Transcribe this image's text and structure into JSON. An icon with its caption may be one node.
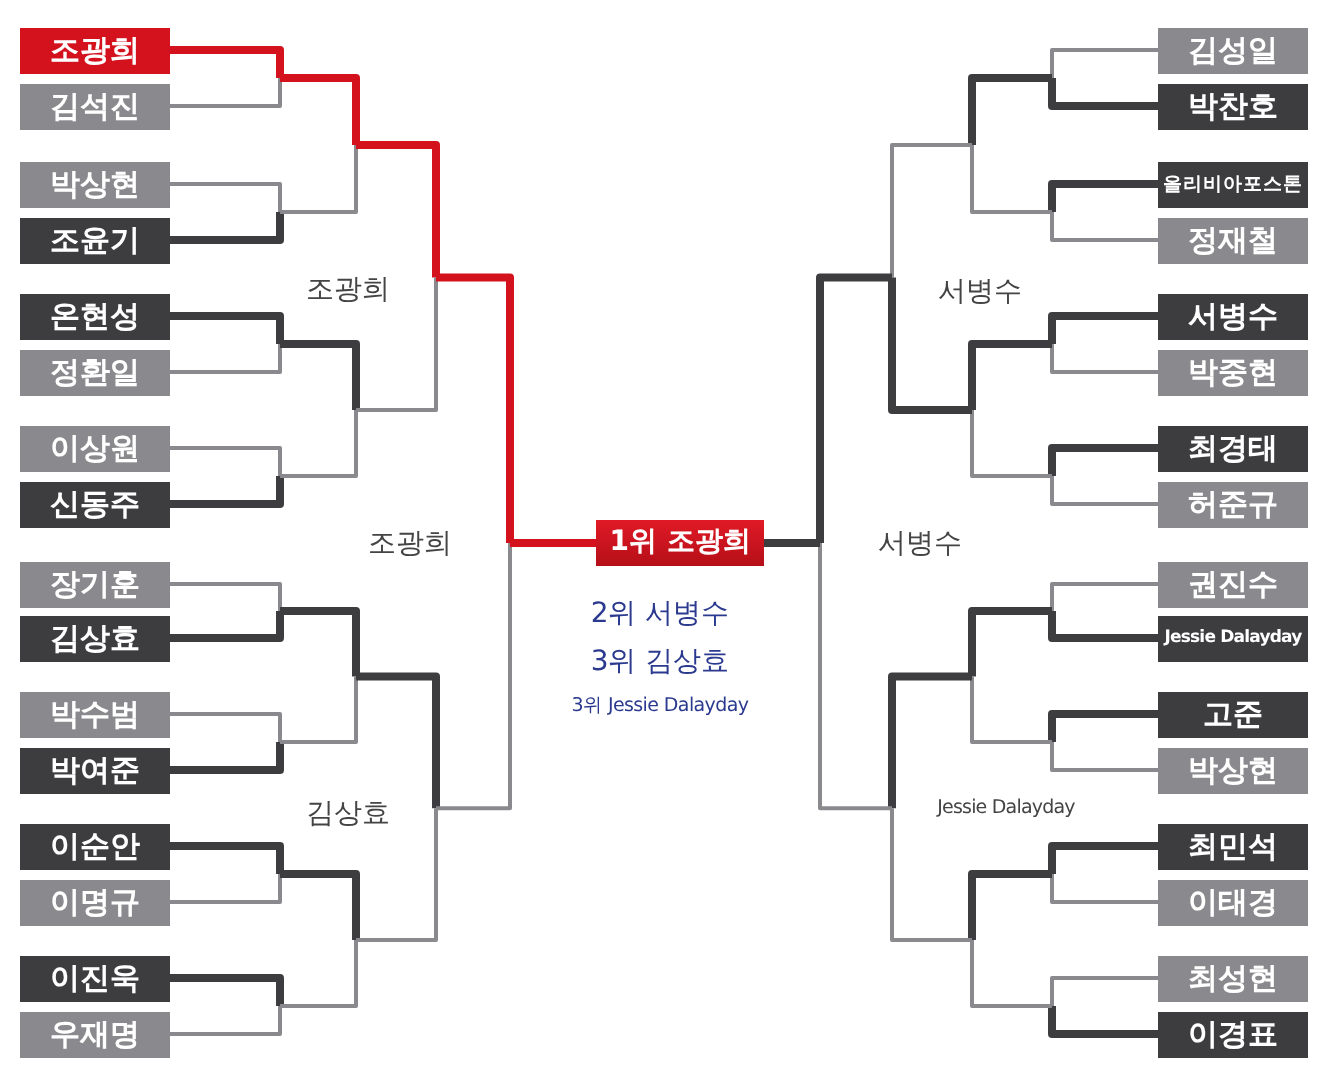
{
  "diagram": {
    "nodes": [
      {
        "text": [
          "조광희"
        ]
      },
      {
        "text": [
          "김석진"
        ]
      },
      {
        "text": [
          "박상현"
        ]
      },
      {
        "text": [
          "조윤기"
        ]
      },
      {
        "text": [
          "온현성"
        ]
      },
      {
        "text": [
          "정환일"
        ]
      },
      {
        "text": [
          "이상원"
        ]
      },
      {
        "text": [
          "신동주"
        ]
      },
      {
        "text": [
          "장기훈"
        ]
      },
      {
        "text": [
          "김상효"
        ]
      },
      {
        "text": [
          "박수범"
        ]
      },
      {
        "text": [
          "박여준"
        ]
      },
      {
        "text": [
          "이순안"
        ]
      },
      {
        "text": [
          "이명규"
        ]
      },
      {
        "text": [
          "이진욱"
        ]
      },
      {
        "text": [
          "우재명"
        ]
      },
      {
        "text": [
          "1위 조광희"
        ]
      },
      {
        "text": [
          "김성일"
        ]
      },
      {
        "text": [
          "박찬호"
        ]
      },
      {
        "text": [
          "올리비아포스톤"
        ]
      },
      {
        "text": [
          "정재철"
        ]
      },
      {
        "text": [
          "서병수"
        ]
      },
      {
        "text": [
          "박중현"
        ]
      },
      {
        "text": [
          "최경태"
        ]
      },
      {
        "text": [
          "허준규"
        ]
      },
      {
        "text": [
          "권진수"
        ]
      },
      {
        "text": [
          "Jessie Dalayday"
        ]
      },
      {
        "text": [
          "고준"
        ]
      },
      {
        "text": [
          "박상현"
        ]
      },
      {
        "text": [
          "최민석"
        ]
      },
      {
        "text": [
          "이태경"
        ]
      },
      {
        "text": [
          "최성현"
        ]
      },
      {
        "text": [
          "이경표"
        ]
      }
    ],
    "labels": [
      "조광희",
      "서병수",
      "조광희",
      "서병수",
      "2위 서병수",
      "3위 김상효",
      "3위 Jessie Dalayday",
      "김상효",
      "Jessie Dalayday"
    ]
  }
}
